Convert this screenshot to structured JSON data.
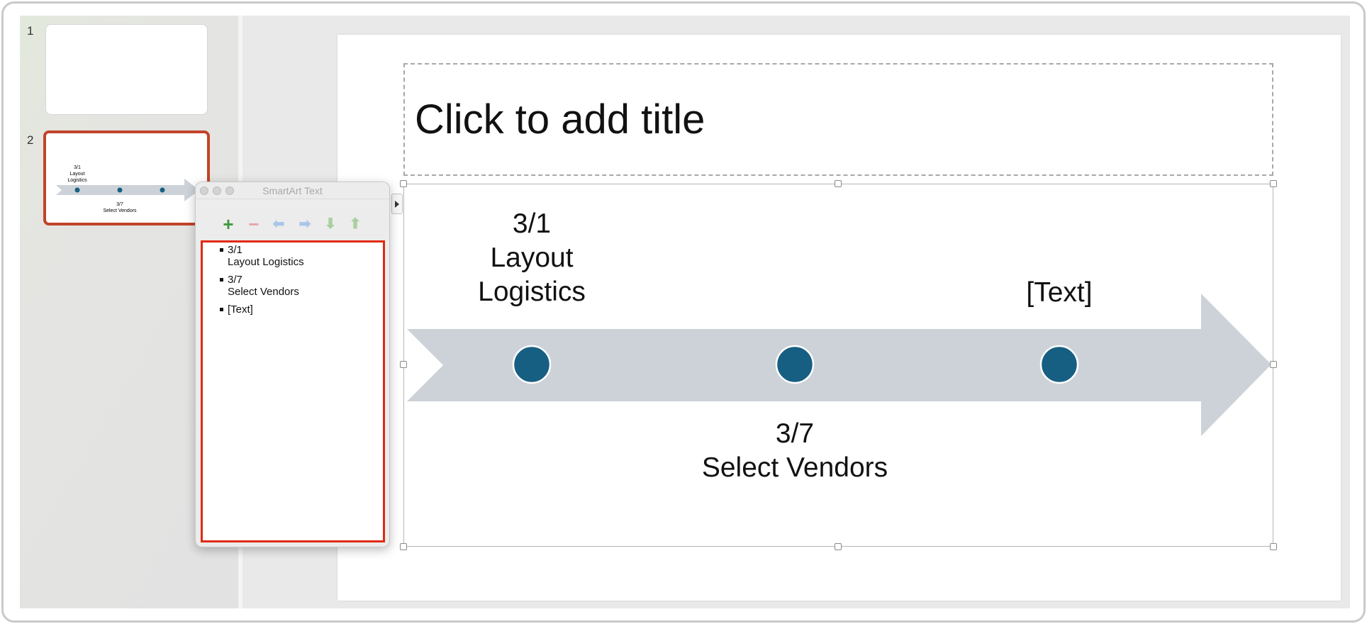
{
  "thumbnails": [
    {
      "number": "1"
    },
    {
      "number": "2",
      "selected": true,
      "texts": {
        "top": [
          "3/1",
          "Layout",
          "Logistics"
        ],
        "bottom": [
          "3/7",
          "Select Vendors"
        ]
      }
    }
  ],
  "slide": {
    "title_placeholder": "Click to add title",
    "smartart": {
      "items": [
        {
          "date": "3/1",
          "label": "Layout",
          "label2": "Logistics"
        },
        {
          "date": "3/7",
          "label": "Select Vendors"
        },
        {
          "text": "[Text]"
        }
      ],
      "arrow_color": "#cdd2d9",
      "dot_color": "#175f82"
    }
  },
  "smartart_pane": {
    "title": "SmartArt Text",
    "toolbar": [
      "add-icon",
      "remove-icon",
      "promote-icon",
      "demote-icon",
      "move-down-icon",
      "move-up-icon"
    ],
    "bullets": [
      {
        "line1": "3/1",
        "line2": "Layout Logistics"
      },
      {
        "line1": "3/7",
        "line2": "Select Vendors"
      },
      {
        "line1": "[Text]"
      }
    ],
    "highlight_color": "#e02a12"
  },
  "selection_color": "#c0442a"
}
